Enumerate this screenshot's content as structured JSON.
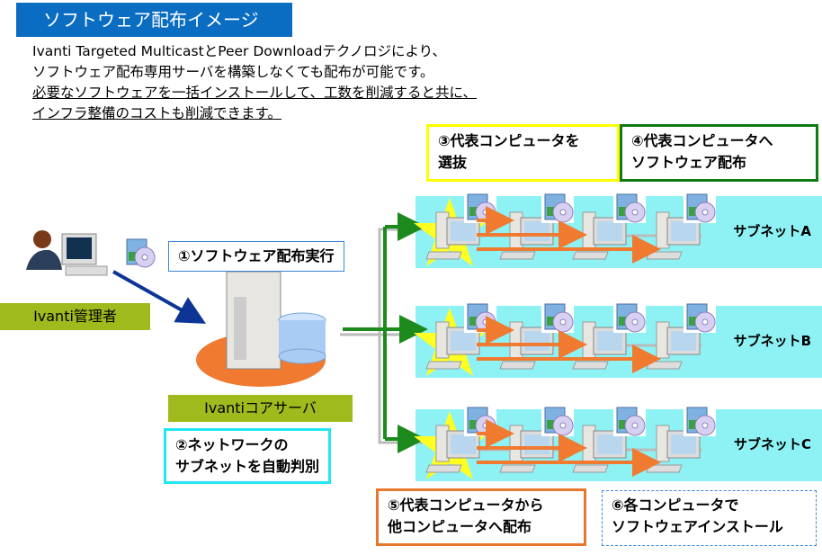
{
  "title": "ソフトウェア配布イメージ",
  "intro": {
    "line1": "Ivanti Targeted MulticastとPeer Downloadテクノロジにより、",
    "line2": "ソフトウェア配布専用サーバを構築しなくても配布が可能です。",
    "line3": "必要なソフトウェアを一括インストールして、工数を削減すると共に、",
    "line4": "インフラ整備のコストも削減できます。"
  },
  "steps": {
    "step1": "①ソフトウェア配布実行",
    "step2_line1": "②ネットワークの",
    "step2_line2": "サブネットを自動判別",
    "step3_line1": "③代表コンピュータを",
    "step3_line2": "選抜",
    "step4_line1": "④代表コンピュータへ",
    "step4_line2": "ソフトウェア配布",
    "step5_line1": "⑤代表コンピュータから",
    "step5_line2": "他コンピュータへ配布",
    "step6_line1": "⑥各コンピュータで",
    "step6_line2": "ソフトウェアインストール"
  },
  "labels": {
    "admin": "Ivanti管理者",
    "core_server": "Ivantiコアサーバ"
  },
  "subnets": [
    {
      "label": "サブネットA"
    },
    {
      "label": "サブネットB"
    },
    {
      "label": "サブネットC"
    }
  ],
  "colors": {
    "title_bg": "#0a6dc2",
    "label_green": "#9fba1c",
    "subnet_bg": "#8ef2f4",
    "step3_border": "#ffff00",
    "step4_border": "#0f7a12",
    "step2_border": "#22e6f2",
    "step5_border": "#e6782e",
    "step1_border": "#3a86d8",
    "arrow_green": "#1d8a1d",
    "arrow_orange": "#f07a30",
    "arrow_blue": "#0d3596"
  }
}
